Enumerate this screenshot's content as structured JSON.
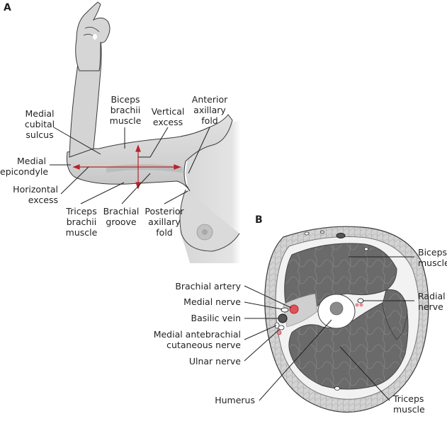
{
  "figure": {
    "panels": [
      {
        "letter": "A",
        "subject": "arm-and-torso-surface-anatomy",
        "labels": {
          "medial_cubital_sulcus": "Medial\ncubital\nsulcus",
          "biceps_brachii": "Biceps\nbrachii\nmuscle",
          "vertical_excess": "Vertical\nexcess",
          "anterior_axillary_fold": "Anterior\naxillary\nfold",
          "medial_epicondyle": "Medial\nepicondyle",
          "horizontal_excess": "Horizontal\nexcess",
          "triceps_brachii": "Triceps\nbrachii\nmuscle",
          "brachial_groove": "Brachial\ngroove",
          "posterior_axillary_fold": "Posterior\naxillary\nfold"
        }
      },
      {
        "letter": "B",
        "subject": "upper-arm-cross-section",
        "labels": {
          "biceps_muscle": "Biceps\nmuscle",
          "radial_nerve": "Radial\nnerve",
          "brachial_artery": "Brachial artery",
          "medial_nerve": "Medial nerve",
          "basilic_vein": "Basilic vein",
          "medial_antebrachial_cutaneous_nerve": "Medial antebrachial\ncutaneous nerve",
          "ulnar_nerve": "Ulnar nerve",
          "humerus": "Humerus",
          "triceps_muscle": "Triceps\nmuscle"
        }
      }
    ],
    "colors": {
      "skin": "#d9d9d9",
      "skin_shadow": "#b8b8b8",
      "muscle": "#6b6b6b",
      "subcutaneous": "#cfcfcf",
      "artery": "#e0525b",
      "arrow": "#b5252b",
      "leader": "#231f20"
    }
  }
}
